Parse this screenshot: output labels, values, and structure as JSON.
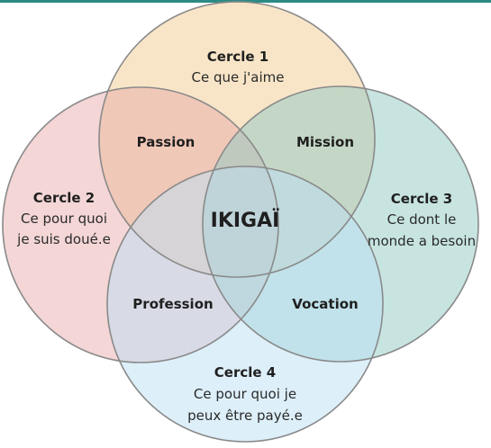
{
  "colors": {
    "top_bar": "#2c8a85",
    "circle_1_fill": "#f3d4a4",
    "circle_2_fill": "#e7a4a4",
    "circle_3_fill": "#8fc9c3",
    "circle_4_fill": "#bcdff3",
    "outline": "#8a8a8a"
  },
  "circles": [
    {
      "title": "Cercle 1",
      "lines": [
        "Ce que j'aime"
      ]
    },
    {
      "title": "Cercle 2",
      "lines": [
        "Ce pour quoi",
        "je suis doué.e"
      ]
    },
    {
      "title": "Cercle 3",
      "lines": [
        "Ce dont le",
        "monde a besoin"
      ]
    },
    {
      "title": "Cercle 4",
      "lines": [
        "Ce pour quoi je",
        "peux être payé.e"
      ]
    }
  ],
  "intersections": {
    "passion": "Passion",
    "mission": "Mission",
    "profession": "Profession",
    "vocation": "Vocation"
  },
  "center": "IKIGAÏ"
}
